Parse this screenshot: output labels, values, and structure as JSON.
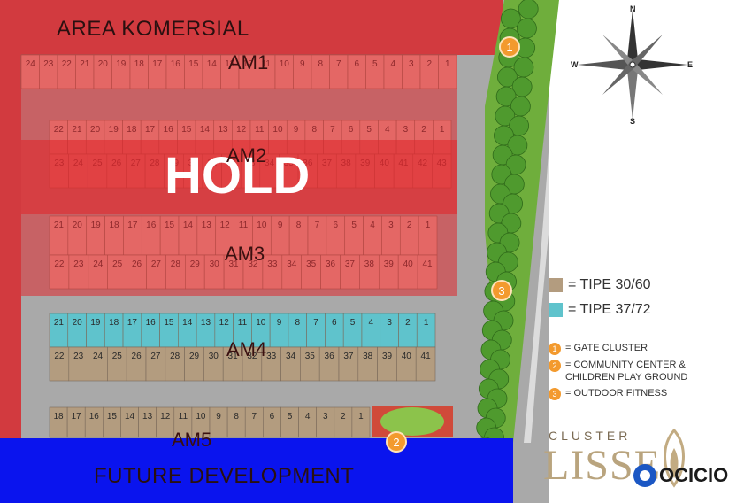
{
  "areas": {
    "commercial": "AREA KOMERSIAL",
    "future": "FUTURE DEVELOPMENT",
    "hold": "HOLD"
  },
  "zones": [
    "AM1",
    "AM2",
    "AM3",
    "AM4",
    "AM5"
  ],
  "blocks": [
    {
      "zone": "AM1",
      "row": "top",
      "plots": [
        "24",
        "23",
        "22",
        "21",
        "20",
        "19",
        "18",
        "17",
        "16",
        "15",
        "14",
        "13",
        "12",
        "11",
        "10",
        "9",
        "8",
        "7",
        "6",
        "5",
        "4",
        "3",
        "2",
        "1"
      ],
      "type": "hold"
    },
    {
      "zone": "AM2",
      "row": "upper",
      "plots": [
        "22",
        "21",
        "20",
        "19",
        "18",
        "17",
        "16",
        "15",
        "14",
        "13",
        "12",
        "11",
        "10",
        "9",
        "8",
        "7",
        "6",
        "5",
        "4",
        "3",
        "2",
        "1"
      ],
      "type": "hold"
    },
    {
      "zone": "AM2",
      "row": "lower",
      "plots": [
        "23",
        "24",
        "25",
        "26",
        "27",
        "28",
        "29",
        "30",
        "31",
        "32",
        "33",
        "34",
        "35",
        "36",
        "37",
        "38",
        "39",
        "40",
        "41",
        "42",
        "43"
      ],
      "type": "hold"
    },
    {
      "zone": "AM3",
      "row": "upper",
      "plots": [
        "21",
        "20",
        "19",
        "18",
        "17",
        "16",
        "15",
        "14",
        "13",
        "12",
        "11",
        "10",
        "9",
        "8",
        "7",
        "6",
        "5",
        "4",
        "3",
        "2",
        "1"
      ],
      "type": "hold"
    },
    {
      "zone": "AM3",
      "row": "lower",
      "plots": [
        "22",
        "23",
        "24",
        "25",
        "26",
        "27",
        "28",
        "29",
        "30",
        "31",
        "32",
        "33",
        "34",
        "35",
        "36",
        "37",
        "38",
        "39",
        "40",
        "41"
      ],
      "type": "hold"
    },
    {
      "zone": "AM4",
      "row": "upper",
      "plots": [
        "21",
        "20",
        "19",
        "18",
        "17",
        "16",
        "15",
        "14",
        "13",
        "12",
        "11",
        "10",
        "9",
        "8",
        "7",
        "6",
        "5",
        "4",
        "3",
        "2",
        "1"
      ],
      "type": "37/72"
    },
    {
      "zone": "AM4",
      "row": "lower",
      "plots": [
        "22",
        "23",
        "24",
        "25",
        "26",
        "27",
        "28",
        "29",
        "30",
        "31",
        "32",
        "33",
        "34",
        "35",
        "36",
        "37",
        "38",
        "39",
        "40",
        "41"
      ],
      "type": "30/60"
    },
    {
      "zone": "AM5",
      "row": "single",
      "plots": [
        "18",
        "17",
        "16",
        "15",
        "14",
        "13",
        "12",
        "11",
        "10",
        "9",
        "8",
        "7",
        "6",
        "5",
        "4",
        "3",
        "2",
        "1"
      ],
      "type": "30/60"
    }
  ],
  "legend": {
    "types": [
      {
        "label": "= TIPE 30/60",
        "color": "#b39c7f"
      },
      {
        "label": "= TIPE 37/72",
        "color": "#5fc3cc"
      }
    ],
    "facilities": [
      {
        "num": "1",
        "label": "= GATE CLUSTER"
      },
      {
        "num": "2",
        "label": "= COMMUNITY CENTER &\nCHILDREN PLAY GROUND"
      },
      {
        "num": "3",
        "label": "= OUTDOOR FITNESS"
      }
    ]
  },
  "markers": [
    "1",
    "2",
    "3"
  ],
  "compass": {
    "n": "N",
    "s": "S",
    "e": "E",
    "w": "W"
  },
  "brand": {
    "cluster": "CLUSTER",
    "name": "LISSE"
  },
  "watermark": "OCICIO",
  "colors": {
    "commercial": "#d23a3f",
    "hold_overlay": "#e0282d",
    "future": "#0a14ee",
    "road": "#9a9a9a",
    "tipe_30_60": "#b39c7f",
    "tipe_37_72": "#5fc3cc",
    "marker": "#f39a2e"
  }
}
